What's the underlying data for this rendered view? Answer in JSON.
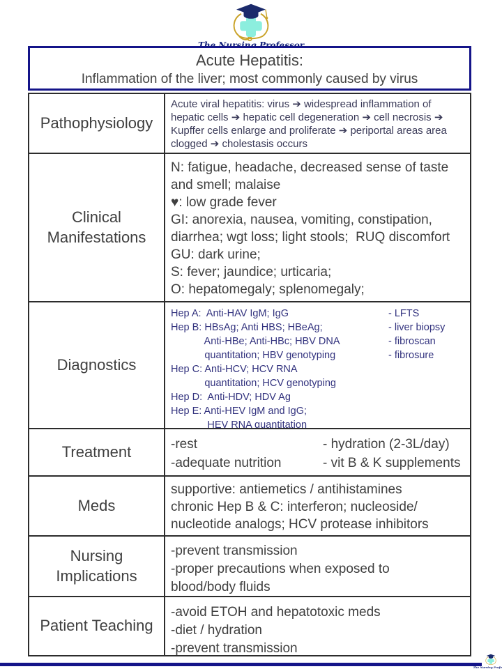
{
  "brand": {
    "name": "The Nursing Professor"
  },
  "title": {
    "line1": "Acute Hepatitis:",
    "line2": "Inflammation of the liver; most commonly caused by virus"
  },
  "rows": {
    "pathophysiology": {
      "label": "Pathophysiology",
      "lines": [
        "Acute viral hepatitis: virus ➔ widespread inflammation of",
        "hepatic cells ➔ hepatic cell degeneration ➔ cell necrosis ➔",
        "Kupffer cells enlarge and proliferate ➔ periportal areas area",
        "clogged ➔ cholestasis occurs"
      ]
    },
    "clinical": {
      "label": "Clinical Manifestations",
      "lines": [
        "N: fatigue, headache, decreased sense of taste",
        "and smell; malaise",
        "♥: low grade fever",
        "GI: anorexia, nausea, vomiting, constipation,",
        "diarrhea; wgt loss; light stools;  RUQ discomfort",
        "GU: dark urine;",
        "S: fever; jaundice; urticaria;",
        "O: hepatomegaly; splenomegaly;"
      ]
    },
    "diagnostics": {
      "label": "Diagnostics",
      "left_lines": [
        "Hep A:  Anti-HAV IgM; IgG",
        "Hep B: HBsAg; Anti HBS; HBeAg;",
        "            Anti-HBe; Anti-HBc; HBV DNA",
        "            quantitation; HBV genotyping",
        "Hep C: Anti-HCV; HCV RNA",
        "            quantitation; HCV genotyping",
        "Hep D:  Anti-HDV; HDV Ag",
        "Hep E: Anti-HEV IgM and IgG;",
        "             HEV RNA quantitation"
      ],
      "right_lines": [
        "- LFTS",
        "- liver biopsy",
        "- fibroscan",
        "- fibrosure"
      ]
    },
    "treatment": {
      "label": "Treatment",
      "left_lines": [
        "-rest",
        "-adequate nutrition"
      ],
      "right_lines": [
        "- hydration (2-3L/day)",
        "- vit B & K supplements"
      ]
    },
    "meds": {
      "label": "Meds",
      "lines": [
        "supportive: antiemetics / antihistamines",
        "chronic Hep B & C: interferon; nucleoside/",
        "nucleotide analogs; HCV protease inhibitors"
      ]
    },
    "nursing": {
      "label": "Nursing Implications",
      "lines": [
        "-prevent transmission",
        "-proper precautions when exposed to",
        "blood/body fluids"
      ]
    },
    "teaching": {
      "label": "Patient Teaching",
      "lines": [
        "-avoid ETOH and hepatotoxic meds",
        "-diet / hydration",
        "-prevent transmission"
      ]
    }
  },
  "colors": {
    "navy": "#141489",
    "diagnostics_text": "#32327e",
    "body_text": "#3f3f3f",
    "logo_teal": "#8ceede",
    "logo_gold": "#c9a227"
  }
}
